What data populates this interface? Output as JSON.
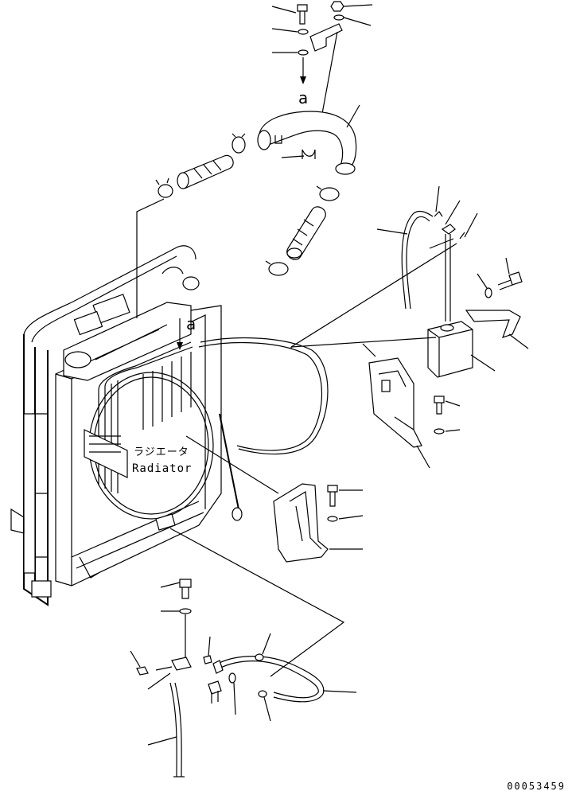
{
  "drawing": {
    "part_label_jp": "ラジエータ",
    "part_label_en": "Radiator",
    "reference_letter_hose": "a",
    "reference_letter_radiator": "a"
  },
  "footer": {
    "document_number": "00053459"
  }
}
